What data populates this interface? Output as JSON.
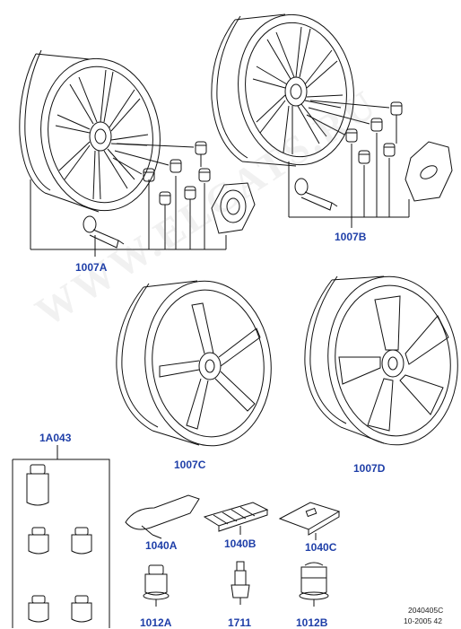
{
  "watermark": "WWW.ELCATS.RU",
  "callouts": {
    "c1007A": "1007A",
    "c1007B": "1007B",
    "c1007C": "1007C",
    "c1007D": "1007D",
    "c1A043": "1A043",
    "c1040A": "1040A",
    "c1040B": "1040B",
    "c1040C": "1040C",
    "c1012A": "1012A",
    "c1711": "1711",
    "c1012B": "1012B"
  },
  "reference": {
    "code": "2040405C",
    "date": "10-2005 42"
  },
  "colors": {
    "callout": "#1f3fa8",
    "line": "#111111"
  }
}
